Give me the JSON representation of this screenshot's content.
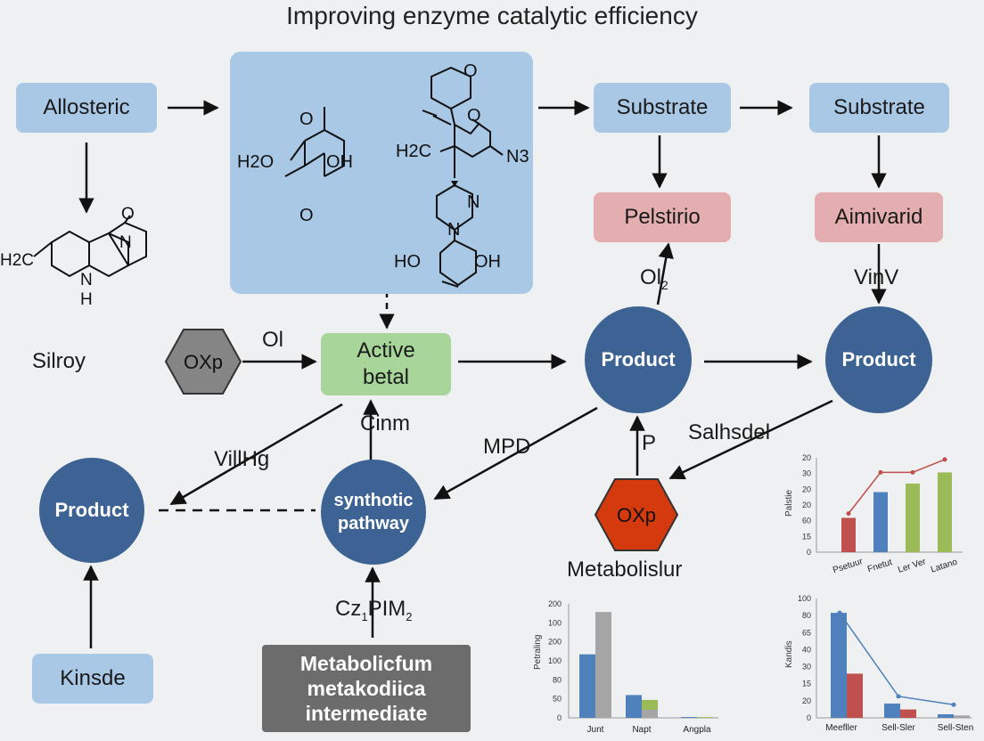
{
  "title": "Improving enzyme catalytic efficiency",
  "nodes": {
    "allosteric": "Allosteric",
    "substrate1": "Substrate",
    "substrate2": "Substrate",
    "pelstirio": "Pelstirio",
    "aimivarid": "Aimivarid",
    "active_line1": "Active",
    "active_line2": "betal",
    "product_mid": "Product",
    "product_right": "Product",
    "product_left": "Product",
    "synthetic_line1": "synthotic",
    "synthetic_line2": "pathway",
    "oxp_gray": "OXp",
    "oxp_red": "OXp",
    "kinsde": "Kinsde",
    "metab_line1": "Metabolicfum",
    "metab_line2": "metakodiica",
    "metab_line3": "intermediate"
  },
  "labels": {
    "silroy": "Silroy",
    "ol": "Ol",
    "ol2_main": "Ol",
    "ol2_sub": "2",
    "vinv": "VinV",
    "cinm": "Cinm",
    "villhg": "VillHg",
    "mpd": "MPD",
    "p": "P",
    "salhsdel": "Salhsdel",
    "metabolislur": "Metabolislur",
    "cz_main": "Cz",
    "cz_sub": "1",
    "cz_rest": "PIM",
    "cz_sub2": "2"
  },
  "molecules": {
    "left_h2c": "H2C",
    "left_o": "O",
    "left_n": "N",
    "left_nh_n": "N",
    "left_nh_h": "H",
    "panel_h2o": "H2O",
    "panel_o_top": "O",
    "panel_oh": "OH",
    "panel_o_bottom": "O",
    "panel_o_ring": "O",
    "panel_o_mid": "O",
    "panel_h2c": "H2C",
    "panel_n3": "N3",
    "panel_n_a": "N",
    "panel_n_b": "N",
    "panel_ho": "HO",
    "panel_oh2": "OH"
  },
  "chart_data": [
    {
      "type": "bar",
      "categories": [
        "Psetuur",
        "Fnetut",
        "Ler Ver",
        "Latano"
      ],
      "values": [
        40,
        70,
        80,
        93
      ],
      "line_values": [
        45,
        93,
        93,
        108
      ],
      "yticks": [
        "20",
        "30",
        "20",
        "20",
        "60",
        "15",
        "0"
      ],
      "ylabel": "Palstie",
      "colors": [
        "#c0504d",
        "#4f81bd",
        "#9bbb59",
        "#9bbb59"
      ]
    },
    {
      "type": "bar",
      "categories": [
        "Junt",
        "Napt",
        "Angpla"
      ],
      "series": [
        {
          "values": [
            78,
            28,
            1
          ]
        },
        {
          "values": [
            130,
            22,
            1
          ]
        },
        {
          "values": [
            null,
            10,
            null
          ]
        }
      ],
      "yticks": [
        "200",
        "100",
        "200",
        "100",
        "80",
        "50",
        "0"
      ],
      "ylabel": "Petraling",
      "colors": [
        "#4f81bd",
        "#9bbb59",
        "#a5a5a5"
      ]
    },
    {
      "type": "bar",
      "categories": [
        "Meefller",
        "Sell-Sler",
        "Sell-Sten"
      ],
      "series": [
        {
          "values": [
            88,
            12,
            3
          ]
        },
        {
          "values": [
            37,
            7,
            2
          ]
        }
      ],
      "line_values": [
        88,
        18,
        11
      ],
      "yticks": [
        "100",
        "80",
        "65",
        "40",
        "30",
        "15",
        "20",
        "0"
      ],
      "ylabel": "Kandis",
      "colors": [
        "#4f81bd",
        "#c0504d",
        "#a5a5a5"
      ]
    }
  ]
}
